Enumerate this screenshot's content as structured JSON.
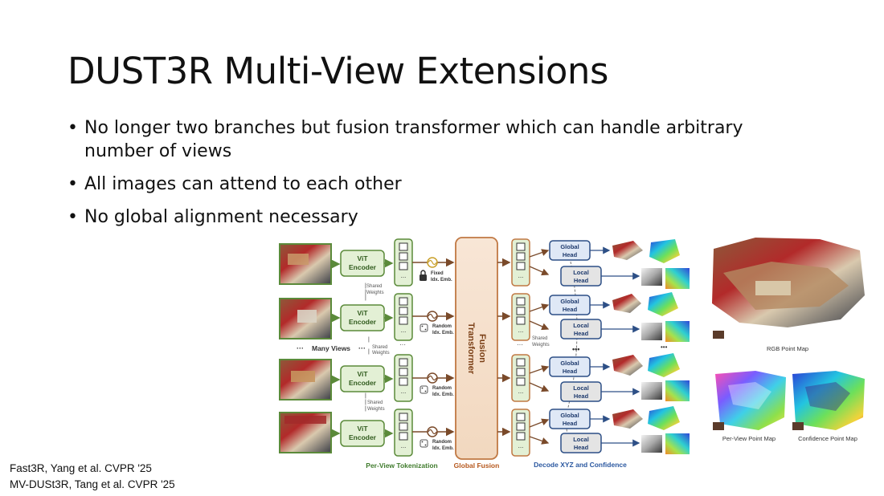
{
  "slide": {
    "title": "DUST3R Multi-View Extensions",
    "bullets": [
      "No longer two branches but fusion transformer which can handle arbitrary number of views",
      "All images can attend to each other",
      "No global alignment necessary"
    ],
    "citations": [
      "Fast3R, Yang et al. CVPR '25",
      "MV-DUSt3R, Tang et al. CVPR '25"
    ]
  },
  "diagram": {
    "encoder_label_1": "ViT",
    "encoder_label_2": "Encoder",
    "shared_label_1": "Shared",
    "shared_label_2": "Weights",
    "fixed_emb_1": "Fixed",
    "fixed_emb_2": "Idx. Emb.",
    "random_emb_1": "Random",
    "random_emb_2": "Idx. Emb.",
    "many_views": "Many Views",
    "fusion_label_1": "Fusion",
    "fusion_label_2": "Transformer",
    "global_head_1": "Global",
    "global_head_2": "Head",
    "local_head_1": "Local",
    "local_head_2": "Head",
    "caption_tokenization": "Per-View Tokenization",
    "caption_fusion": "Global Fusion",
    "caption_decode": "Decode XYZ and Confidence",
    "rgb_point_map": "RGB Point Map",
    "per_view_point_map": "Per-View Point Map",
    "confidence_point_map": "Confidence Point Map",
    "colors": {
      "encoder_fill": "#e3f0d5",
      "encoder_stroke": "#5b8a3a",
      "fusion_fill": "#f6e3d2",
      "fusion_stroke": "#c07843",
      "global_head_fill": "#dfe8f6",
      "local_head_fill": "#e4e4e4",
      "head_stroke": "#2d4f86",
      "caption_green": "#3f7b2c",
      "caption_orange": "#b6581d",
      "caption_blue": "#2b58a0"
    }
  }
}
